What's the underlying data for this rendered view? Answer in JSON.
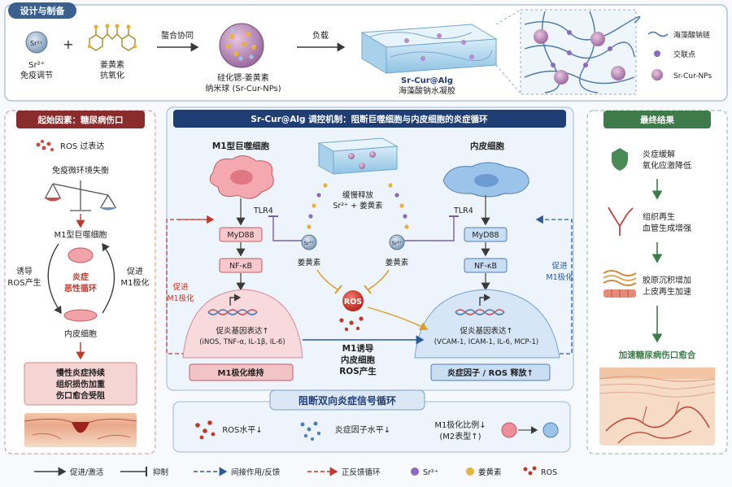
{
  "top": {
    "tag": "设计与制备",
    "sr_symbol": "Sr²⁺",
    "sr_label_1": "Sr²⁺",
    "sr_label_2": "免疫调节",
    "plus": "+",
    "cur_label_1": "姜黄素",
    "cur_label_2": "抗氧化",
    "arrow1": "螯合协同",
    "np_label_1": "硅化锶-姜黄素",
    "np_label_2": "纳米球 (Sr-Cur-NPs)",
    "arrow2": "负载",
    "gel_label_1": "Sr-Cur@Alg",
    "gel_label_2": "海藻酸钠水凝胶",
    "legend_chain": "海藻酸钠链",
    "legend_cross": "交联点",
    "legend_np": "Sr-Cur-NPs"
  },
  "left": {
    "title": "起始因素：糖尿病伤口",
    "ros": "ROS 过表达",
    "immune": "免疫微环境失衡",
    "m1": "M1型巨噬细胞",
    "induce_1": "诱导",
    "induce_2": "ROS产生",
    "promote_1": "促进",
    "promote_2": "M1极化",
    "vicious_1": "炎症",
    "vicious_2": "恶性循环",
    "endo": "内皮细胞",
    "result_1": "慢性炎症持续",
    "result_2": "组织损伤加重",
    "result_3": "伤口愈合受阻"
  },
  "center": {
    "title": "Sr-Cur@Alg 调控机制：阻断巨噬细胞与内皮细胞的炎症循环",
    "m1_cell": "M1型巨噬细胞",
    "endo_cell": "内皮细胞",
    "slow_release_1": "缓慢释放",
    "slow_release_2": "Sr²⁺ + 姜黄素",
    "tlr4_l": "TLR4",
    "tlr4_r": "TLR4",
    "myd88_l": "MyD88",
    "myd88_r": "MyD88",
    "nfkb_l": "NF-κB",
    "nfkb_r": "NF-κB",
    "sr_l": "Sr²⁺",
    "sr_r": "Sr²⁺",
    "cur_l": "姜黄素",
    "cur_r": "姜黄素",
    "ros": "ROS",
    "gene_l_1": "促炎基因表达↑",
    "gene_l_2": "(iNOS, TNF-α, IL-1β, IL-6)",
    "gene_r_1": "促炎基因表达↑",
    "gene_r_2": "(VCAM-1, ICAM-1, IL-6, MCP-1)",
    "mid_1": "M1诱导",
    "mid_2": "内皮细胞",
    "mid_3": "ROS产生",
    "box_l": "M1极化维持",
    "box_r": "炎症因子 / ROS 释放↑",
    "side_l_1": "促进",
    "side_l_2": "M1极化",
    "side_r_1": "促进",
    "side_r_2": "M1极化"
  },
  "block": {
    "title": "阻断双向炎症信号循环",
    "ros": "ROS水平↓",
    "cyto": "炎症因子水平↓",
    "m1_1": "M1极化比例↓",
    "m1_2": "(M2表型↑)"
  },
  "right": {
    "title": "最终结果",
    "r1_1": "炎症缓解",
    "r1_2": "氧化应激降低",
    "r2_1": "组织再生",
    "r2_2": "血管生成增强",
    "r3_1": "胶原沉积增加",
    "r3_2": "上皮再生加速",
    "final": "加速糖尿病伤口愈合"
  },
  "legend": {
    "promote": "促进/激活",
    "inhibit": "抑制",
    "indirect": "间接作用/反馈",
    "feedback": "正反馈循环",
    "sr": "Sr²⁺",
    "cur": "姜黄素",
    "ros": "ROS"
  },
  "colors": {
    "red": "#c0392b",
    "navy": "#1f3f74",
    "green": "#3f7a4a",
    "blue_cell": "#8fb9e6",
    "pink_cell": "#f2a7ad",
    "purple": "#8a6bbf",
    "gold": "#e6b43c"
  }
}
